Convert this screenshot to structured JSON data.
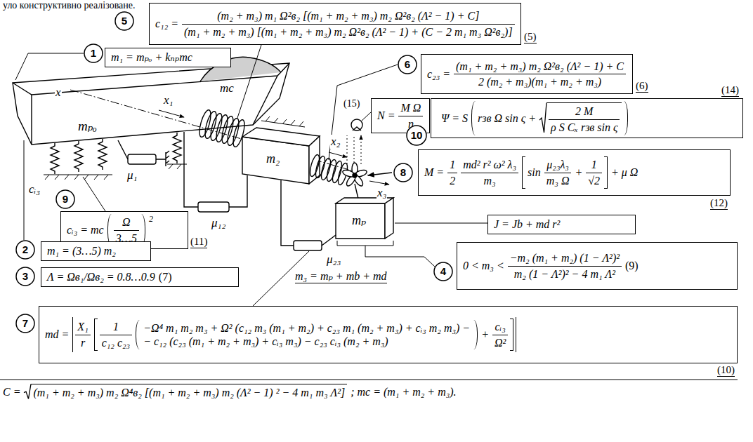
{
  "diagram": {
    "nodes": [
      {
        "text": [
          "5"
        ]
      },
      {
        "text": [
          "c₁₂ =",
          "(m₂ + m₃) m₁ Ω²в₂ [(m₁ + m₂ + m₃) m₂ Ω²в₂ (Λ² − 1) + C]",
          "(m₁ + m₂ + m₃) [(m₁ + m₂ + m₃) m₂ Ω²в₂ (Λ² − 1) + (C − 2 m₁ m₃ Ω²в₂)]"
        ]
      },
      {
        "text": [
          "1"
        ]
      },
      {
        "text": [
          "m₁ = mₚₒ + kₙₚmc"
        ]
      },
      {
        "text": [
          "6"
        ]
      },
      {
        "text": [
          "c₂₃ =",
          "(m₁ + m₂ + m₃) m₂ Ω²в₂ (Λ² − 1) + C",
          "2 (m₂ + m₃)(m₁ + m₂ + m₃)"
        ]
      },
      {
        "text": [
          "N =",
          "M Ω",
          "η"
        ]
      },
      {
        "text": [
          "Ψ = S",
          "rзв Ω sin ς +",
          "2 M",
          "ρ S Cₓ rзв sin ς"
        ]
      },
      {
        "text": [
          "10"
        ]
      },
      {
        "text": [
          "8"
        ]
      },
      {
        "text": [
          "M =",
          "1",
          "2",
          "md² r² ω² λ₃",
          "m₃",
          "sin",
          "μ₂₃λ₃",
          "m₃ Ω",
          "+",
          "1",
          "√2",
          "+ μ Ω"
        ]
      },
      {
        "text": [
          "9"
        ]
      },
      {
        "text": [
          "cᵢ₃ = mc",
          "Ω",
          "3…5",
          "2"
        ]
      },
      {
        "text": [
          "J = Jb + md r²"
        ]
      },
      {
        "text": [
          "2"
        ]
      },
      {
        "text": [
          "m₁ = (3…5) m₂"
        ]
      },
      {
        "text": [
          "3"
        ]
      },
      {
        "text": [
          "Λ = Ωв₁/Ωв₂ = 0.8…0.9",
          "(7)"
        ]
      },
      {
        "text": [
          "4"
        ]
      },
      {
        "text": [
          "0 < m₃ <",
          "−m₂ (m₁ + m₂) (1 − Λ²)²",
          "m₂ (1 − Λ²)² − 4 m₁ Λ²",
          "(9)"
        ]
      },
      {
        "text": [
          "7"
        ]
      },
      {
        "text": [
          "md =",
          "X₁",
          "r",
          "1",
          "c₁₂ c₂₃",
          "−Ω⁴ m₁ m₂ m₃ + Ω² (c₁₂ m₃ (m₁ + m₂) + c₂₃ m₁ (m₂ + m₃) + cᵢ₃ m₂ m₃) −",
          "− c₁₂ (c₂₃ (m₁ + m₂ + m₃) + cᵢ₃ m₃) − c₂₃ cᵢ₃ (m₂ + m₃)",
          "+",
          "cᵢ₃",
          "Ω²"
        ]
      }
    ],
    "labels": [
      "уло конструктивно реалізоване.",
      "(5)",
      "mc",
      "mₚₒ",
      "x",
      "x₁",
      "(6)",
      "(15)",
      "(14)",
      "x₂",
      "m₂",
      "x₃",
      "(12)",
      "cᵢ₃",
      "μ₁",
      "(11)",
      "μ₁₂",
      "mₚ",
      "μ₂₃",
      "m₃ = mₚ + mb + md",
      "(10)",
      "C =",
      "(m₁ + m₂ + m₃) m₂ Ω⁴в₂ [(m₁ + m₂ + m₃) m₂ (Λ² − 1) ² − 4 m₁ m₃ Λ²]",
      "; mc = (m₁ + m₂ + m₃)."
    ]
  }
}
